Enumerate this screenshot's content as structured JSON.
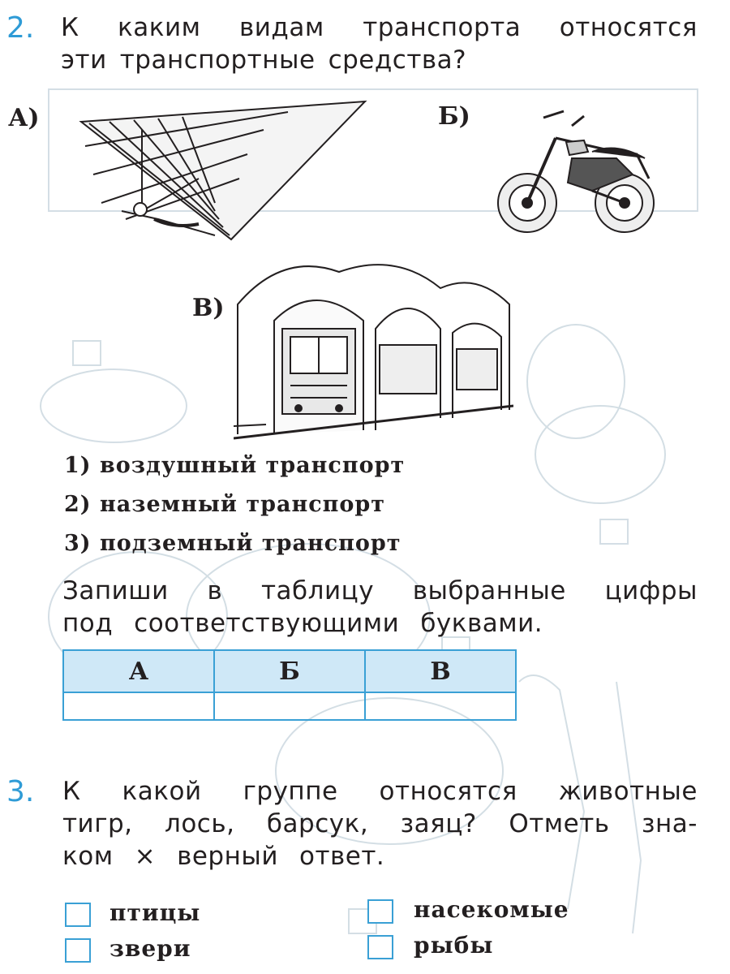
{
  "q2": {
    "number": "2.",
    "lines": [
      [
        "К",
        "каким",
        "видам",
        "транспорта",
        "относятся"
      ],
      [
        "эти",
        "транспортные",
        "средства?"
      ]
    ],
    "images": [
      {
        "letter": "А)",
        "icon": "hang-glider-illustration"
      },
      {
        "letter": "Б)",
        "icon": "motorcycle-illustration"
      },
      {
        "letter": "В)",
        "icon": "metro-train-illustration"
      }
    ],
    "options": [
      "1)  воздушный  транспорт",
      "2)  наземный  транспорт",
      "3)  подземный  транспорт"
    ],
    "instruction_lines": [
      [
        "Запиши",
        "в",
        "таблицу",
        "выбранные",
        "цифры"
      ],
      [
        "под",
        "соответствующими",
        "буквами."
      ]
    ],
    "table": {
      "headers": [
        "А",
        "Б",
        "В"
      ],
      "cells": [
        "",
        "",
        ""
      ]
    }
  },
  "q3": {
    "number": "3.",
    "lines": [
      [
        "К",
        "какой",
        "группе",
        "относятся",
        "животные"
      ],
      [
        "тигр,",
        "лось,",
        "барсук,",
        "заяц?",
        "Отметь",
        "зна-"
      ],
      [
        "ком",
        "×",
        "верный",
        "ответ."
      ]
    ],
    "choices": [
      {
        "label": "птицы",
        "checked": false
      },
      {
        "label": "насекомые",
        "checked": false
      },
      {
        "label": "звери",
        "checked": false
      },
      {
        "label": "рыбы",
        "checked": false
      }
    ]
  },
  "colors": {
    "accent": "#2e9bd6",
    "table_header": "#cfe8f7",
    "text": "#231f20",
    "bleed_through": "#c9d6de"
  }
}
